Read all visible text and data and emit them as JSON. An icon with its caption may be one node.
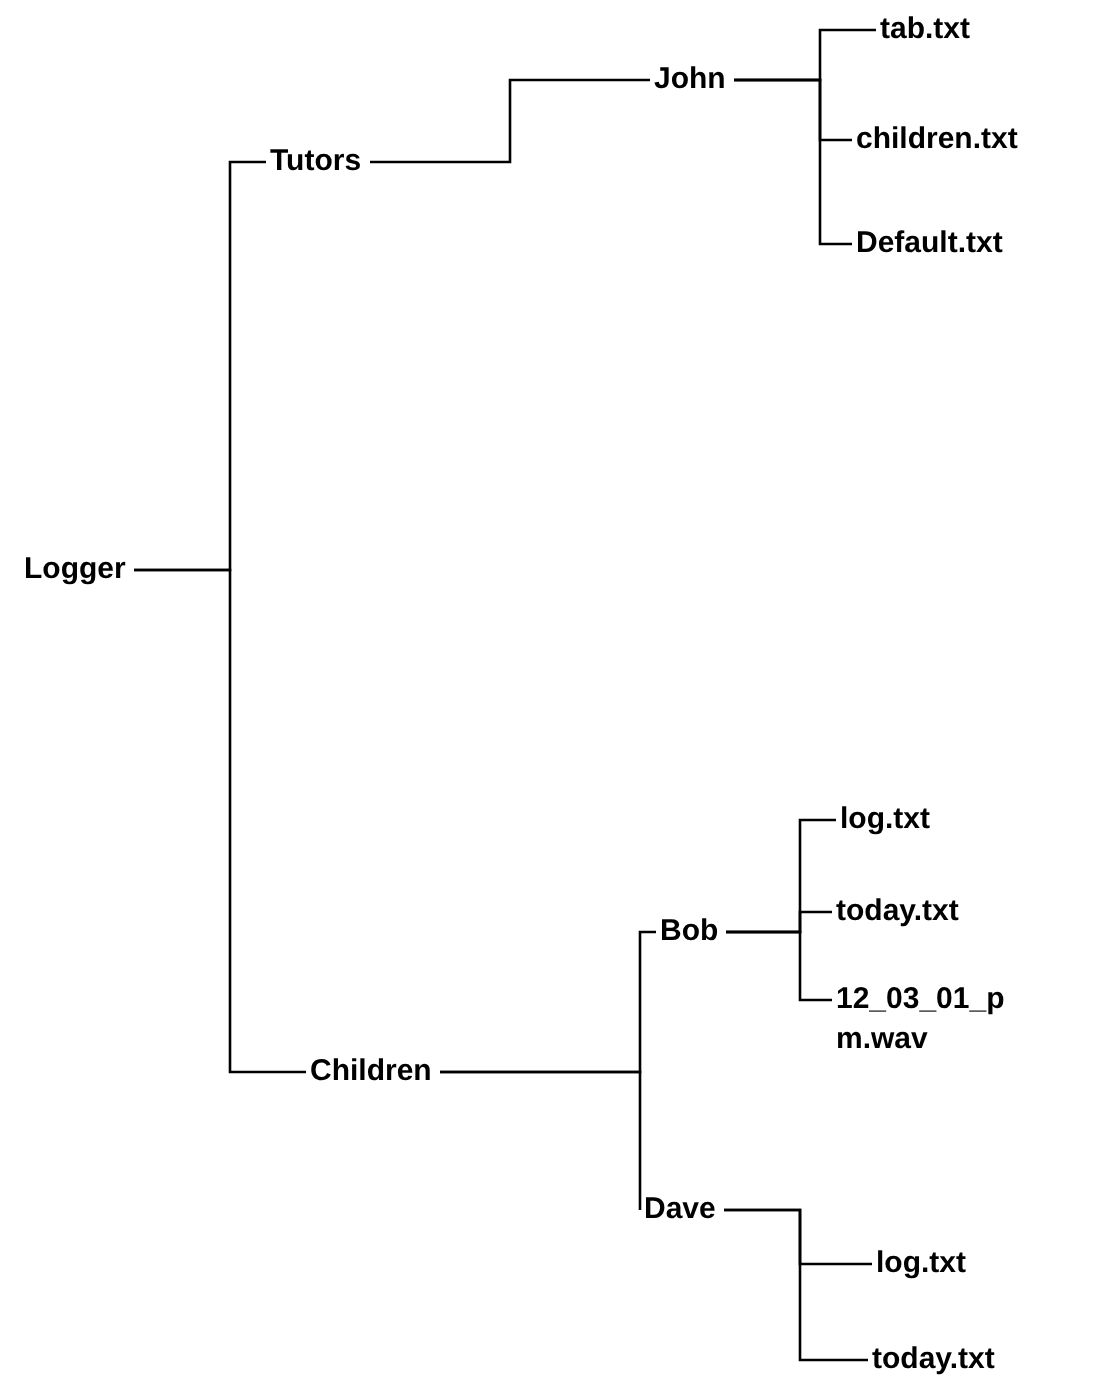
{
  "diagram": {
    "nodes": [
      {
        "text": [
          "Logger"
        ]
      },
      {
        "text": [
          "Tutors"
        ]
      },
      {
        "text": [
          "John"
        ]
      },
      {
        "text": [
          "tab.txt"
        ]
      },
      {
        "text": [
          "children.txt"
        ]
      },
      {
        "text": [
          "Default.txt"
        ]
      },
      {
        "text": [
          "Children"
        ]
      },
      {
        "text": [
          "Bob"
        ]
      },
      {
        "text": [
          "log.txt"
        ]
      },
      {
        "text": [
          "today.txt"
        ]
      },
      {
        "text": [
          "12_03_01_pm.wav"
        ]
      },
      {
        "text": [
          "Dave"
        ]
      },
      {
        "text": [
          "log.txt"
        ]
      },
      {
        "text": [
          "today.txt"
        ]
      }
    ],
    "edges": [
      {
        "from": 0,
        "to": 1,
        "arrow": "none"
      },
      {
        "from": 0,
        "to": 6,
        "arrow": "none"
      },
      {
        "from": 1,
        "to": 2,
        "arrow": "none"
      },
      {
        "from": 2,
        "to": 3,
        "arrow": "none"
      },
      {
        "from": 2,
        "to": 4,
        "arrow": "none"
      },
      {
        "from": 2,
        "to": 5,
        "arrow": "none"
      },
      {
        "from": 6,
        "to": 7,
        "arrow": "none"
      },
      {
        "from": 6,
        "to": 11,
        "arrow": "none"
      },
      {
        "from": 7,
        "to": 8,
        "arrow": "none"
      },
      {
        "from": 7,
        "to": 9,
        "arrow": "none"
      },
      {
        "from": 7,
        "to": 10,
        "arrow": "none"
      },
      {
        "from": 11,
        "to": 12,
        "arrow": "none"
      },
      {
        "from": 11,
        "to": 13,
        "arrow": "none"
      }
    ]
  }
}
